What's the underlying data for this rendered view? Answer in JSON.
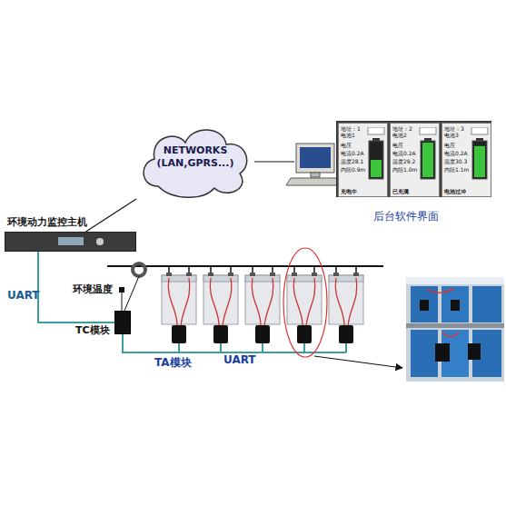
{
  "diagram": {
    "nodes": [
      {
        "text": [
          "NETWORKS (LAN,GPRS...)"
        ]
      },
      {
        "text": [
          "后台软件界面"
        ]
      },
      {
        "text": [
          "地址：1 电池1",
          "电压",
          "电流0.2A",
          "温度28.1",
          "内阻0.9m",
          "充电中"
        ],
        "in": 1
      },
      {
        "text": [
          "地址：2 电池2",
          "电压",
          "电流0.2A",
          "温度29.2",
          "内阻1.0m",
          "已充满"
        ],
        "in": 1
      },
      {
        "text": [
          "地址：3 电池3",
          "电压",
          "电流0.2A",
          "温度30.3",
          "内阻1.1m",
          "电池过冲"
        ],
        "in": 1
      },
      {
        "text": [
          "环境动力监控主机"
        ]
      },
      {
        "text": [
          "TC模块"
        ]
      }
    ],
    "edges": [
      {
        "from": 5,
        "to": 0,
        "arrow": "none"
      },
      {
        "from": 5,
        "to": 6,
        "label": "UART",
        "arrow": "none"
      }
    ],
    "labels": [
      "环境温度",
      "TA模块",
      "UART"
    ]
  }
}
